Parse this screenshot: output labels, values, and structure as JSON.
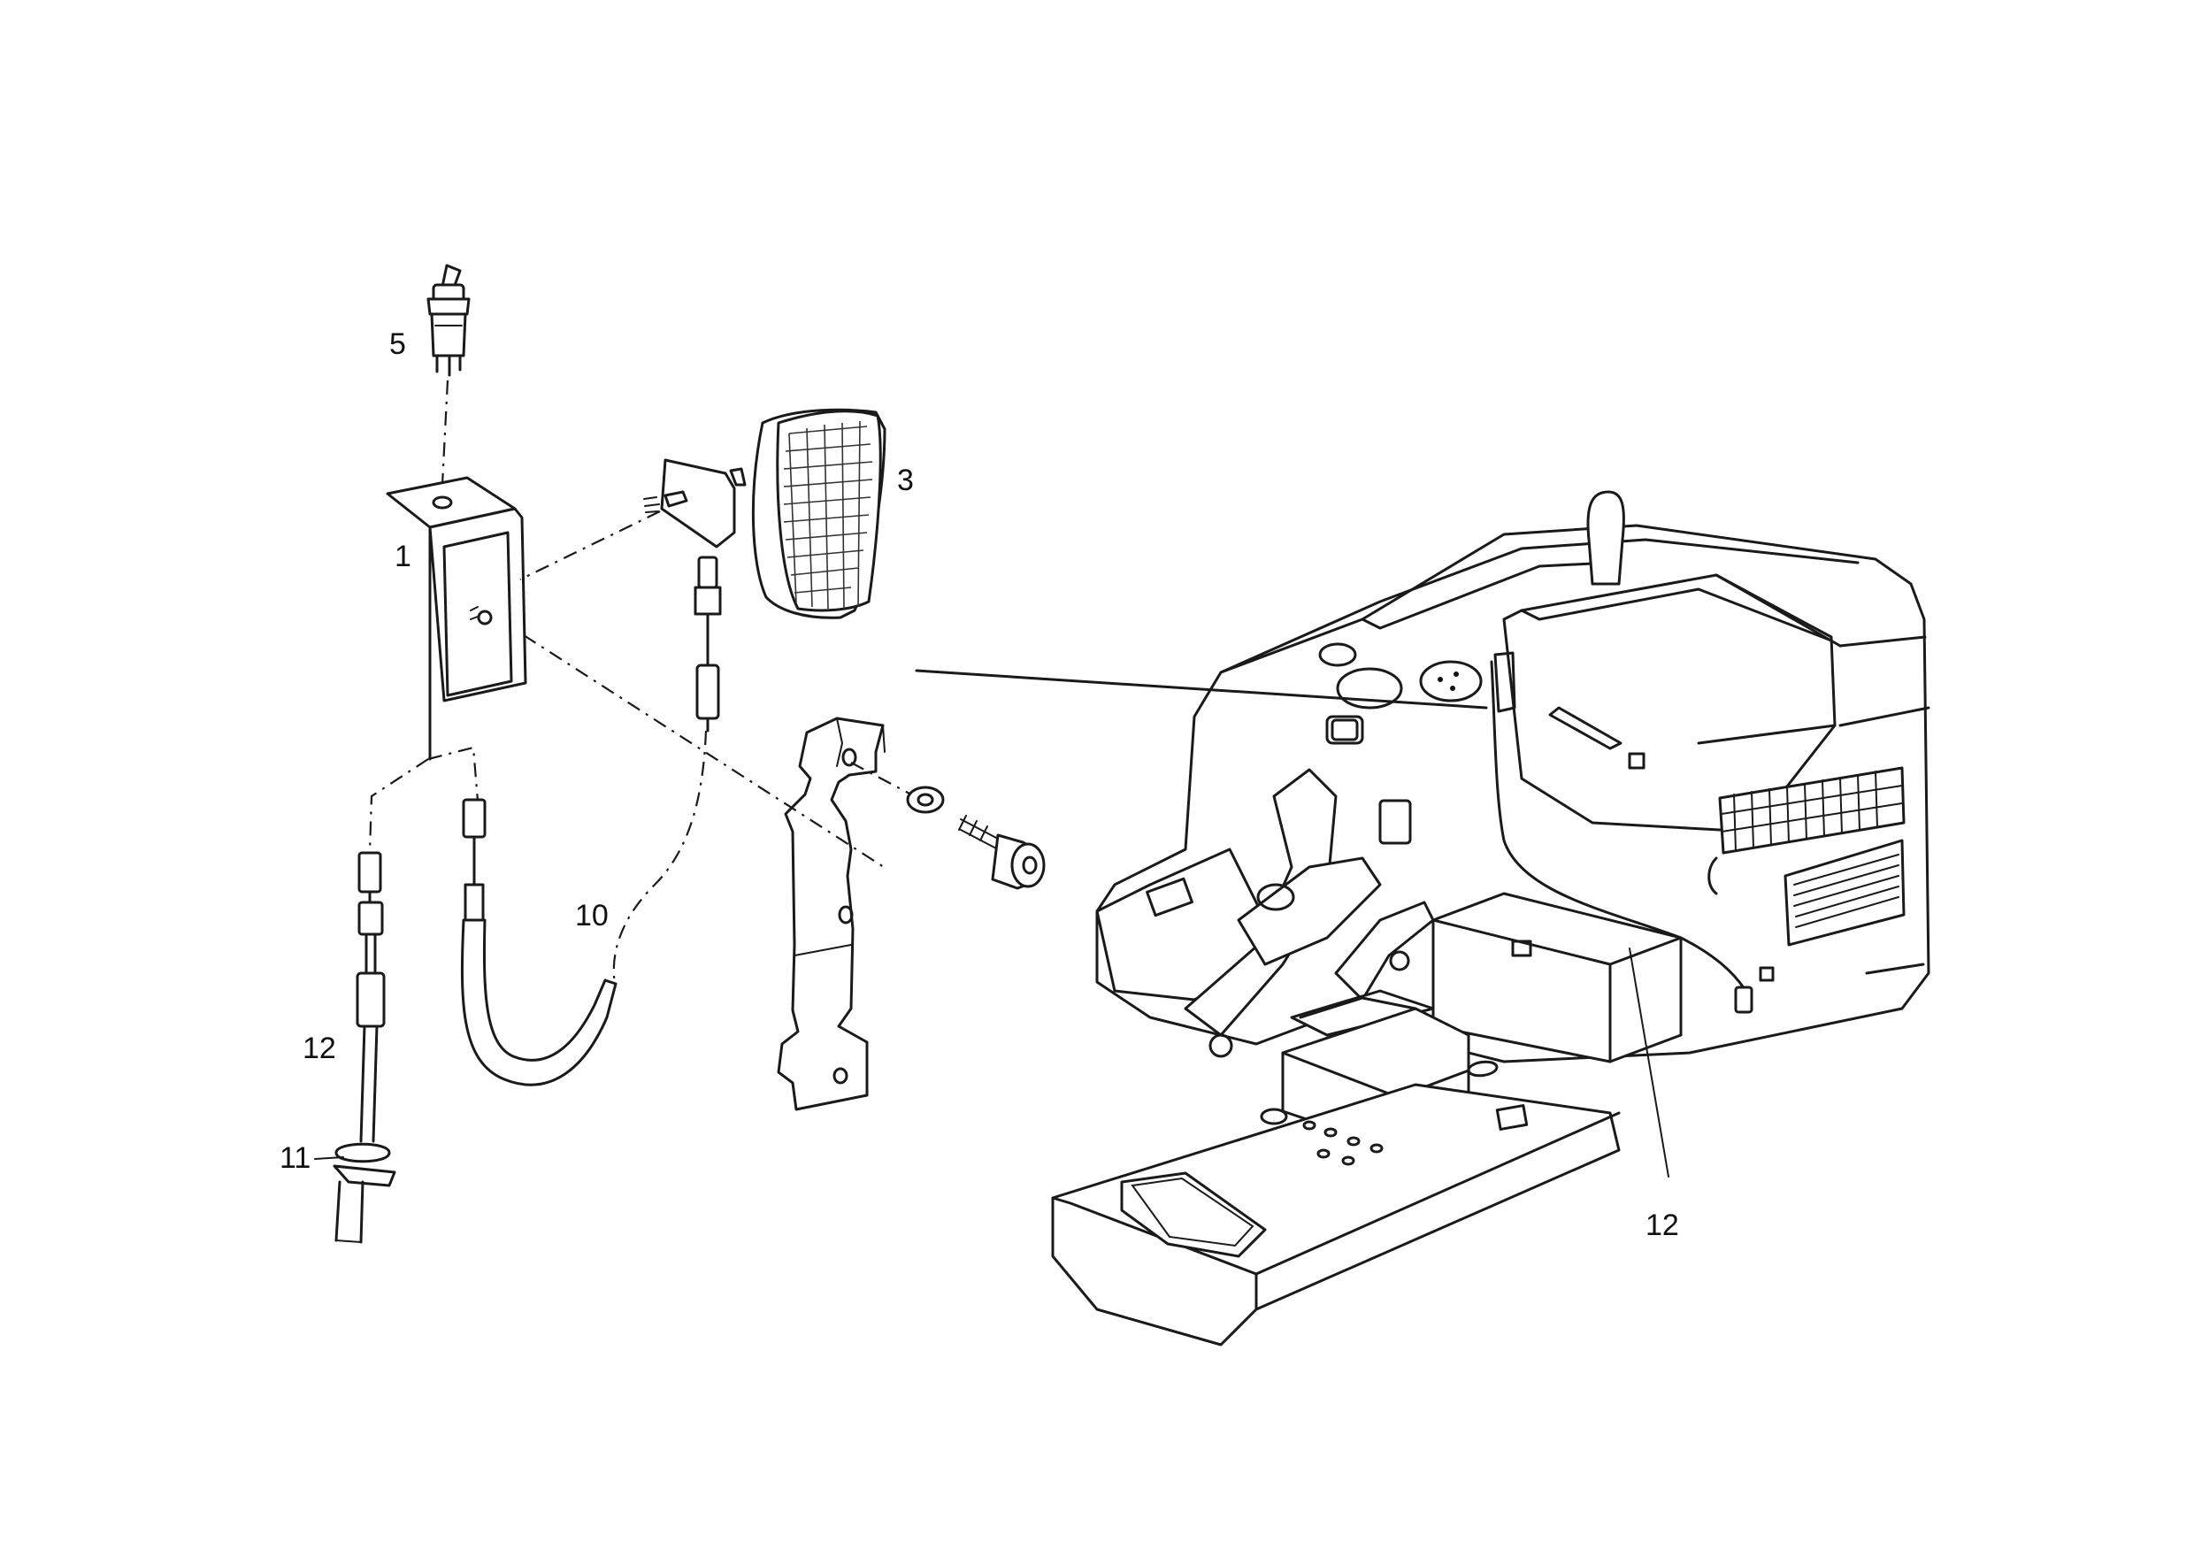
{
  "callouts": {
    "switch": "5",
    "bracket": "1",
    "work_light": "3",
    "cable_loop": "10",
    "harness_left": "12",
    "clamp": "11",
    "harness_machine": "12"
  }
}
